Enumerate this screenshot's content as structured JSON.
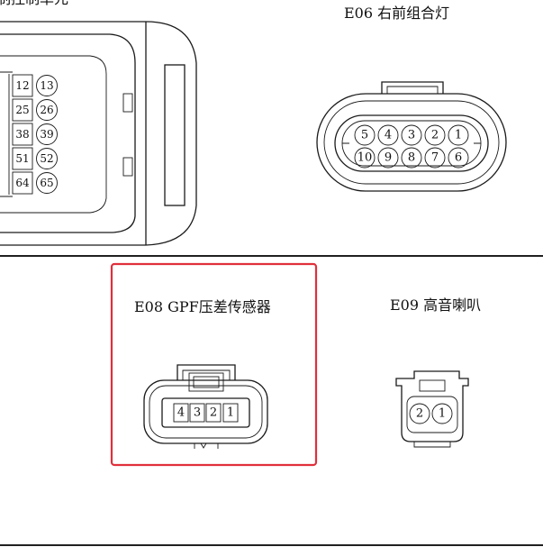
{
  "labels": {
    "e_top_left": "制控制单元",
    "e06": "E06  右前组合灯",
    "e08": "E08  GPF压差传感器",
    "e09": "E09  高音喇叭"
  },
  "ecu_pins": [
    [
      "12",
      "13"
    ],
    [
      "25",
      "26"
    ],
    [
      "38",
      "39"
    ],
    [
      "51",
      "52"
    ],
    [
      "64",
      "65"
    ]
  ],
  "e06_pins": {
    "top": [
      "5",
      "4",
      "3",
      "2",
      "1"
    ],
    "bottom": [
      "10",
      "9",
      "8",
      "7",
      "6"
    ]
  },
  "e08_pins": [
    "4",
    "3",
    "2",
    "1"
  ],
  "e09_pins": [
    "2",
    "1"
  ],
  "colors": {
    "highlight": "#e0303b",
    "line": "#1a1a1a"
  }
}
